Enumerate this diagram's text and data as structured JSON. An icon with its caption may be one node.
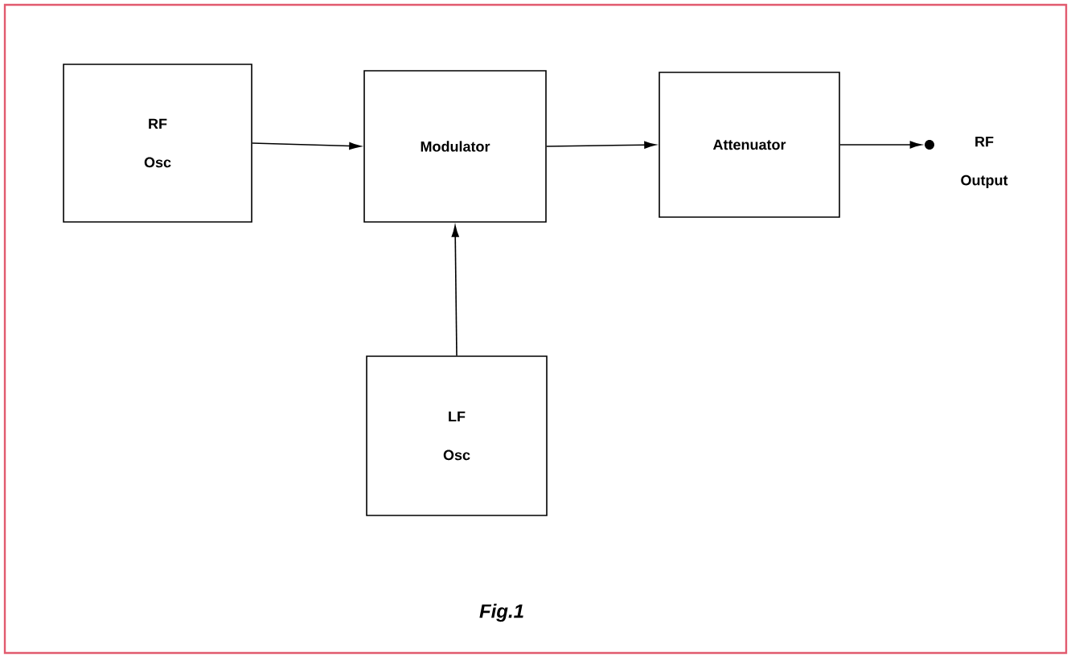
{
  "diagram": {
    "caption": "Fig.1",
    "nodes": [
      {
        "text": [
          "RF Osc"
        ]
      },
      {
        "text": [
          "Modulator"
        ]
      },
      {
        "text": [
          "Attenuator"
        ]
      },
      {
        "text": [
          "LF Osc"
        ]
      },
      {
        "text": [],
        "shape": "circle",
        "beside": [
          "RF Output"
        ]
      }
    ],
    "edges": [
      {
        "from": 0,
        "to": 1,
        "arrow": "to"
      },
      {
        "from": 1,
        "to": 2,
        "arrow": "to"
      },
      {
        "from": 3,
        "to": 1,
        "arrow": "to"
      },
      {
        "from": 2,
        "to": 4,
        "arrow": "to"
      }
    ]
  }
}
